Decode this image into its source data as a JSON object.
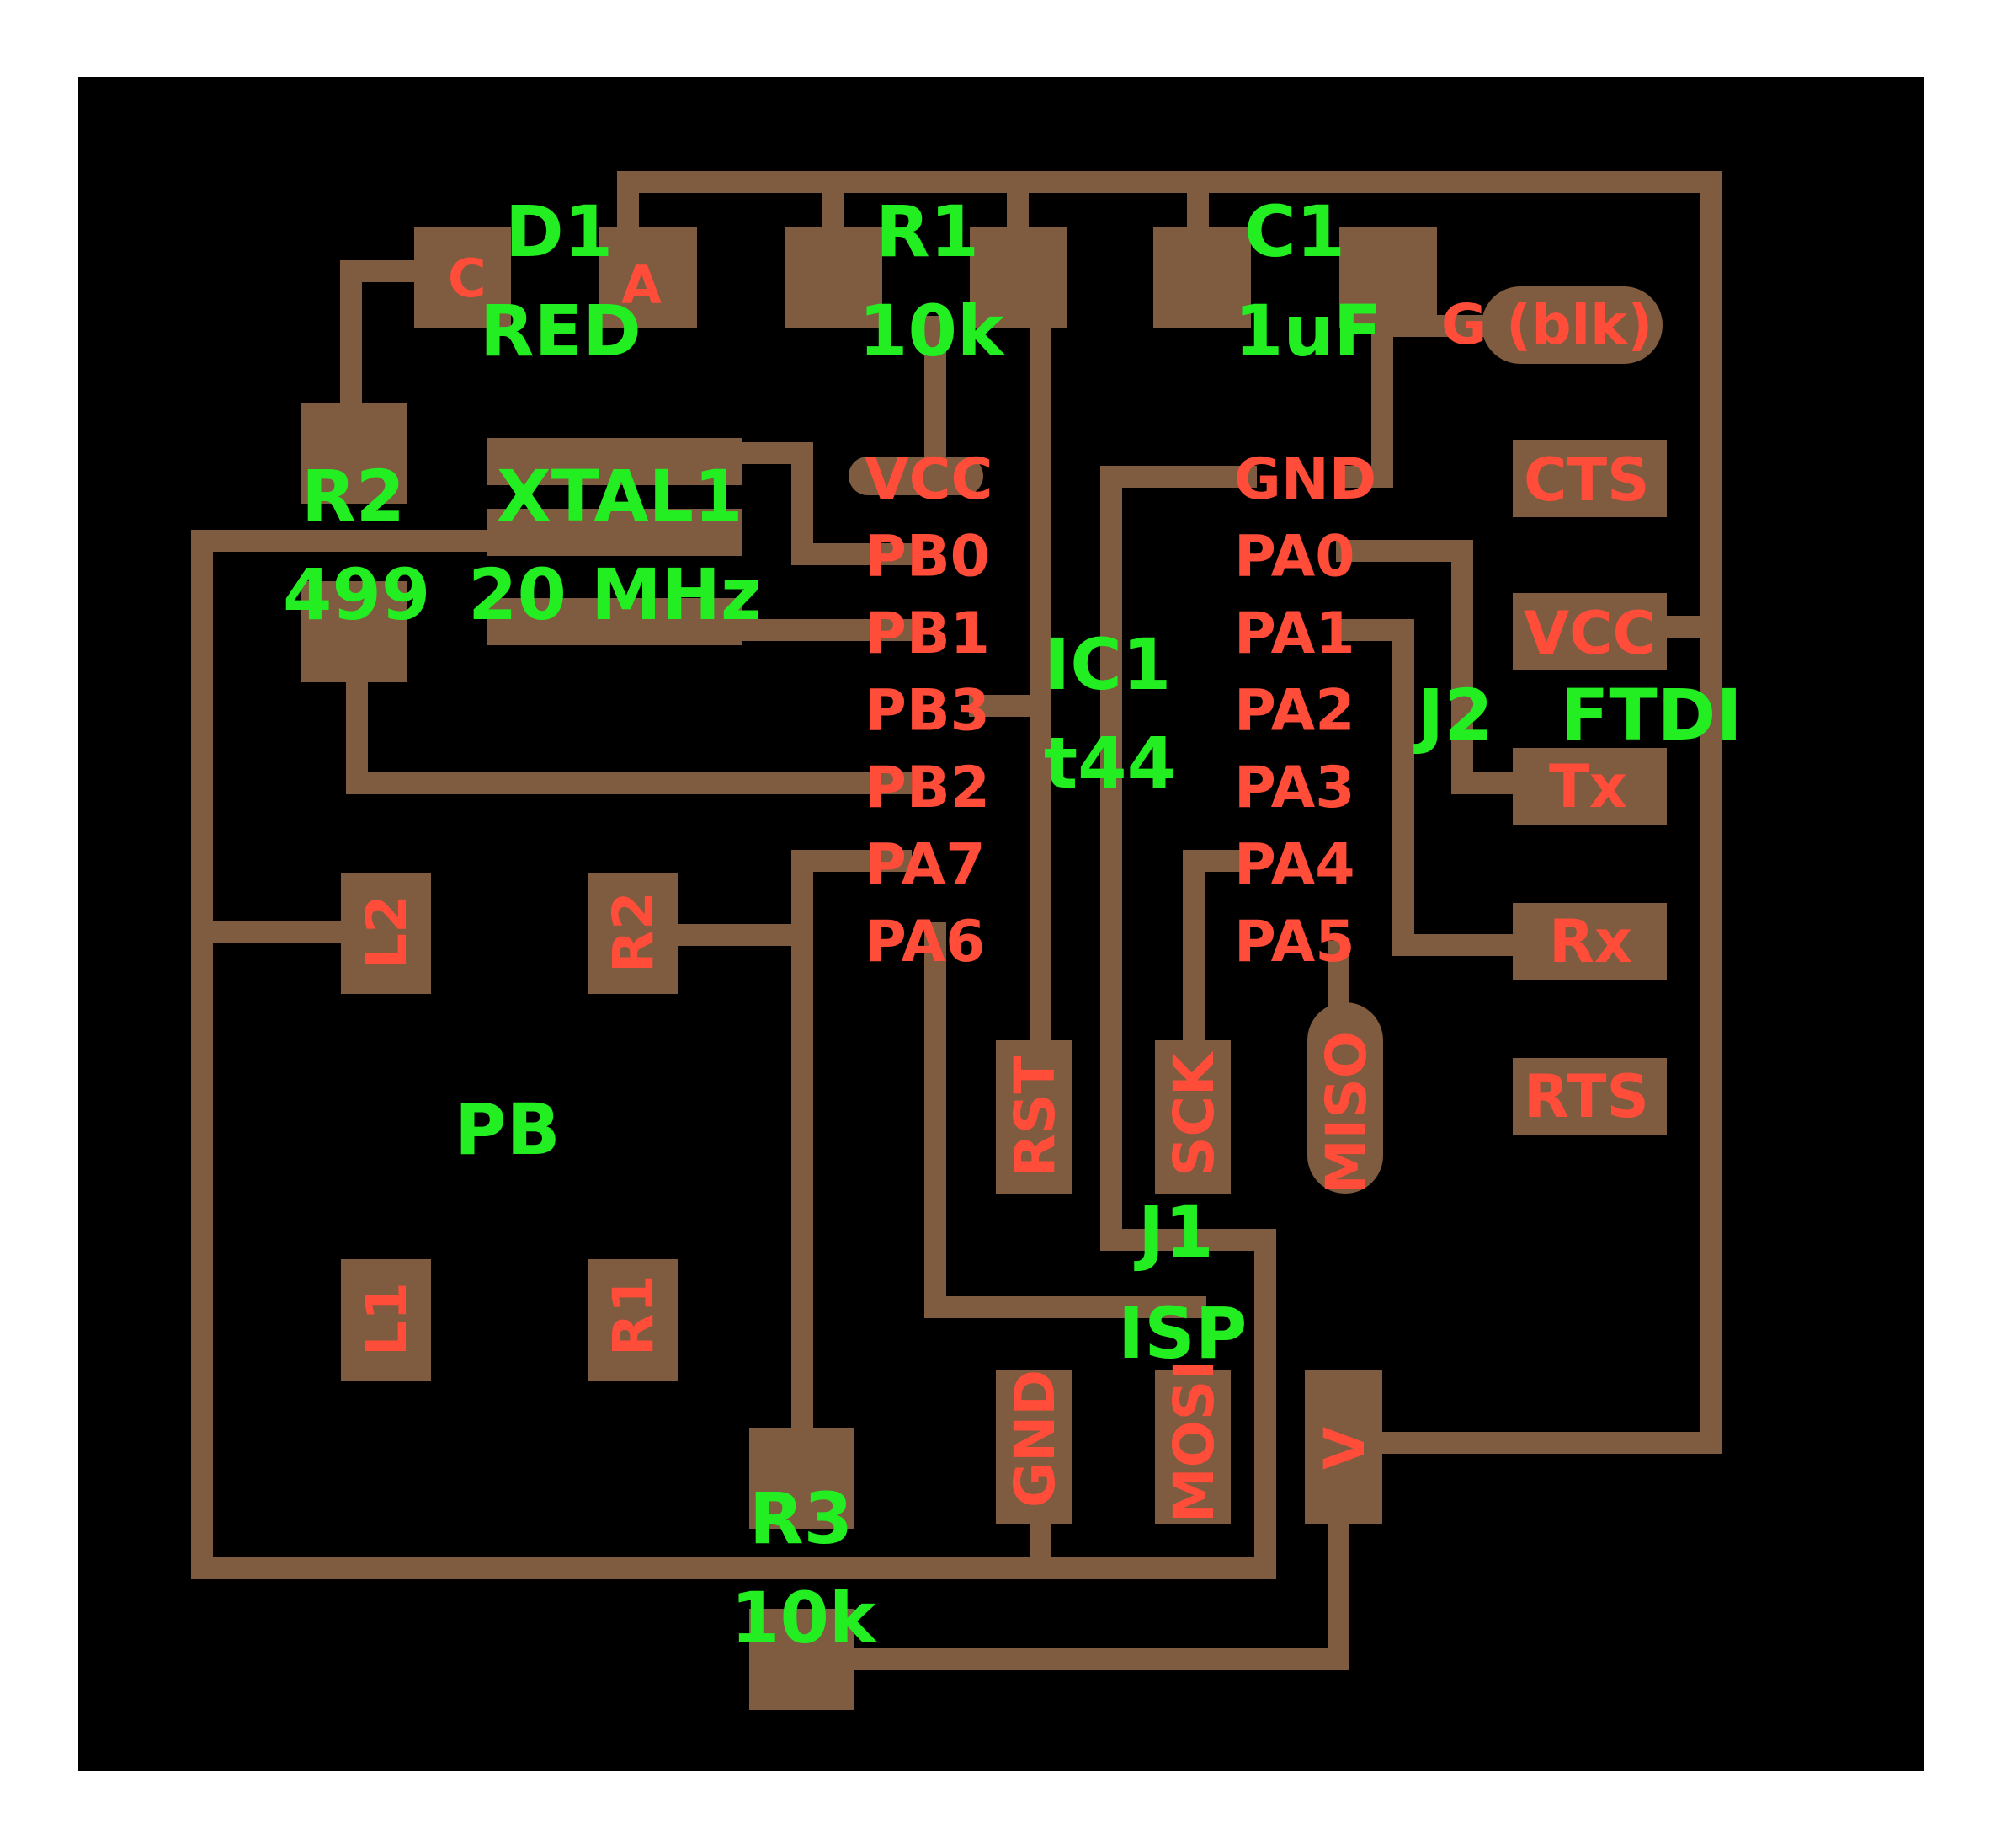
{
  "colors": {
    "background": "#ffffff",
    "board": "#000000",
    "copper": "#7f5b3f",
    "pad_label": "#ff4d3a",
    "component_label": "#22ee22"
  },
  "components": {
    "d1": {
      "ref": "D1",
      "value": "RED",
      "pin_c": "C",
      "pin_a": "A"
    },
    "r1": {
      "ref": "R1",
      "value": "10k"
    },
    "c1": {
      "ref": "C1",
      "value": "1uF"
    },
    "r2": {
      "ref": "R2",
      "value": "499"
    },
    "xtal1": {
      "ref": "XTAL1",
      "value": "20 MHz"
    },
    "ic1": {
      "ref": "IC1",
      "value": "t44"
    },
    "j1": {
      "ref": "J1",
      "value": "ISP"
    },
    "j2": {
      "ref": "J2",
      "value": "FTDI"
    },
    "r3": {
      "ref": "R3",
      "value": "10k"
    },
    "pb": {
      "ref": "PB"
    }
  },
  "ic1_pins_left": [
    "VCC",
    "PB0",
    "PB1",
    "PB3",
    "PB2",
    "PA7",
    "PA6"
  ],
  "ic1_pins_right": [
    "GND",
    "PA0",
    "PA1",
    "PA2",
    "PA3",
    "PA4",
    "PA5"
  ],
  "ftdi_pins": {
    "g": "G (blk)",
    "cts": "CTS",
    "vcc": "VCC",
    "tx": "Tx",
    "rx": "Rx",
    "rts": "RTS"
  },
  "isp_pins": {
    "rst": "RST",
    "sck": "SCK",
    "miso": "MISO",
    "gnd": "GND",
    "mosi": "MOSI",
    "v": "V"
  },
  "button_pins": {
    "l2": "L2",
    "r2": "R2",
    "l1": "L1",
    "r1": "R1"
  }
}
